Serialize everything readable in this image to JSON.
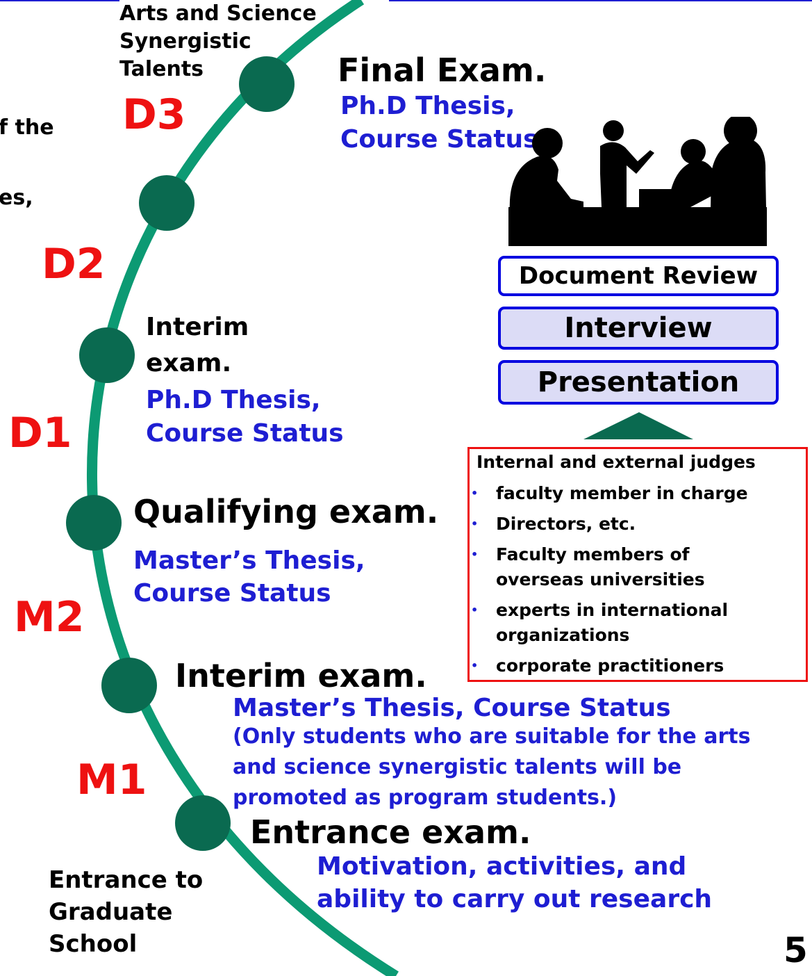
{
  "colors": {
    "arc": "#0c9a73",
    "node": "#0a6a50",
    "stage": "#ee1111",
    "detail": "#1e1ed2",
    "judges_border": "#ee1111",
    "box_border": "#0000e0",
    "box_fill": "#dcdcf6"
  },
  "left_fragments": {
    "line1": "f the",
    "line2": "es,"
  },
  "top_title": [
    "Arts and Science",
    "Synergistic",
    "Talents"
  ],
  "stages": {
    "d3": "D3",
    "d2": "D2",
    "d1": "D1",
    "m2": "M2",
    "m1": "M1"
  },
  "milestones": {
    "final": {
      "title": "Final Exam.",
      "detail": [
        "Ph.D Thesis,",
        "Course Status"
      ]
    },
    "interim_doctor": {
      "title": [
        "Interim",
        "exam."
      ],
      "detail": [
        "Ph.D Thesis,",
        "Course Status"
      ]
    },
    "qualifying": {
      "title": "Qualifying exam.",
      "detail": [
        "Master’s Thesis,",
        "Course Status"
      ]
    },
    "interim_master": {
      "title": "Interim exam.",
      "detail": "Master’s Thesis, Course Status",
      "note": [
        "(Only students who are suitable for the arts",
        "and science synergistic talents will be",
        "promoted as program students.)"
      ]
    },
    "entrance": {
      "title": "Entrance exam.",
      "detail": [
        "Motivation, activities, and",
        "ability to carry out research"
      ]
    }
  },
  "entrance_label": [
    "Entrance to",
    "Graduate",
    "School"
  ],
  "review_boxes": [
    "Document Review",
    "Interview",
    "Presentation"
  ],
  "judges": {
    "title": "Internal and external judges",
    "items": [
      [
        "faculty member in charge"
      ],
      [
        "Directors, etc."
      ],
      [
        "Faculty members of",
        "overseas universities"
      ],
      [
        "experts in international",
        "organizations"
      ],
      [
        "corporate practitioners"
      ]
    ]
  },
  "page_number": "5"
}
